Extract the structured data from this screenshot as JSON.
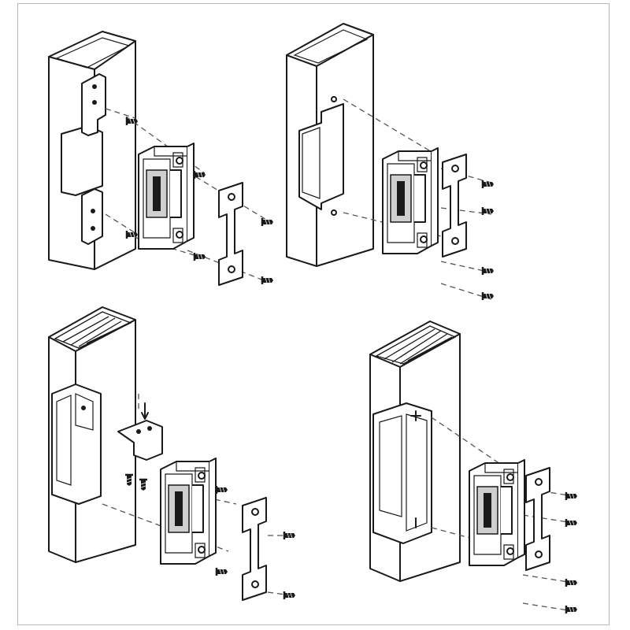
{
  "figure": {
    "panels": [
      {
        "id": "metal-frame-surface-mount"
      },
      {
        "id": "metal-frame-cutout"
      },
      {
        "id": "wood-frame-with-bracket"
      },
      {
        "id": "wood-frame-recessed"
      }
    ]
  },
  "colors": {
    "line": "#1a1a1a",
    "background": "#ffffff",
    "frame-border": "#b8b8b8",
    "shading": "#cfcfcf"
  },
  "icons": [
    "screw-icon",
    "arrow-down-icon"
  ]
}
